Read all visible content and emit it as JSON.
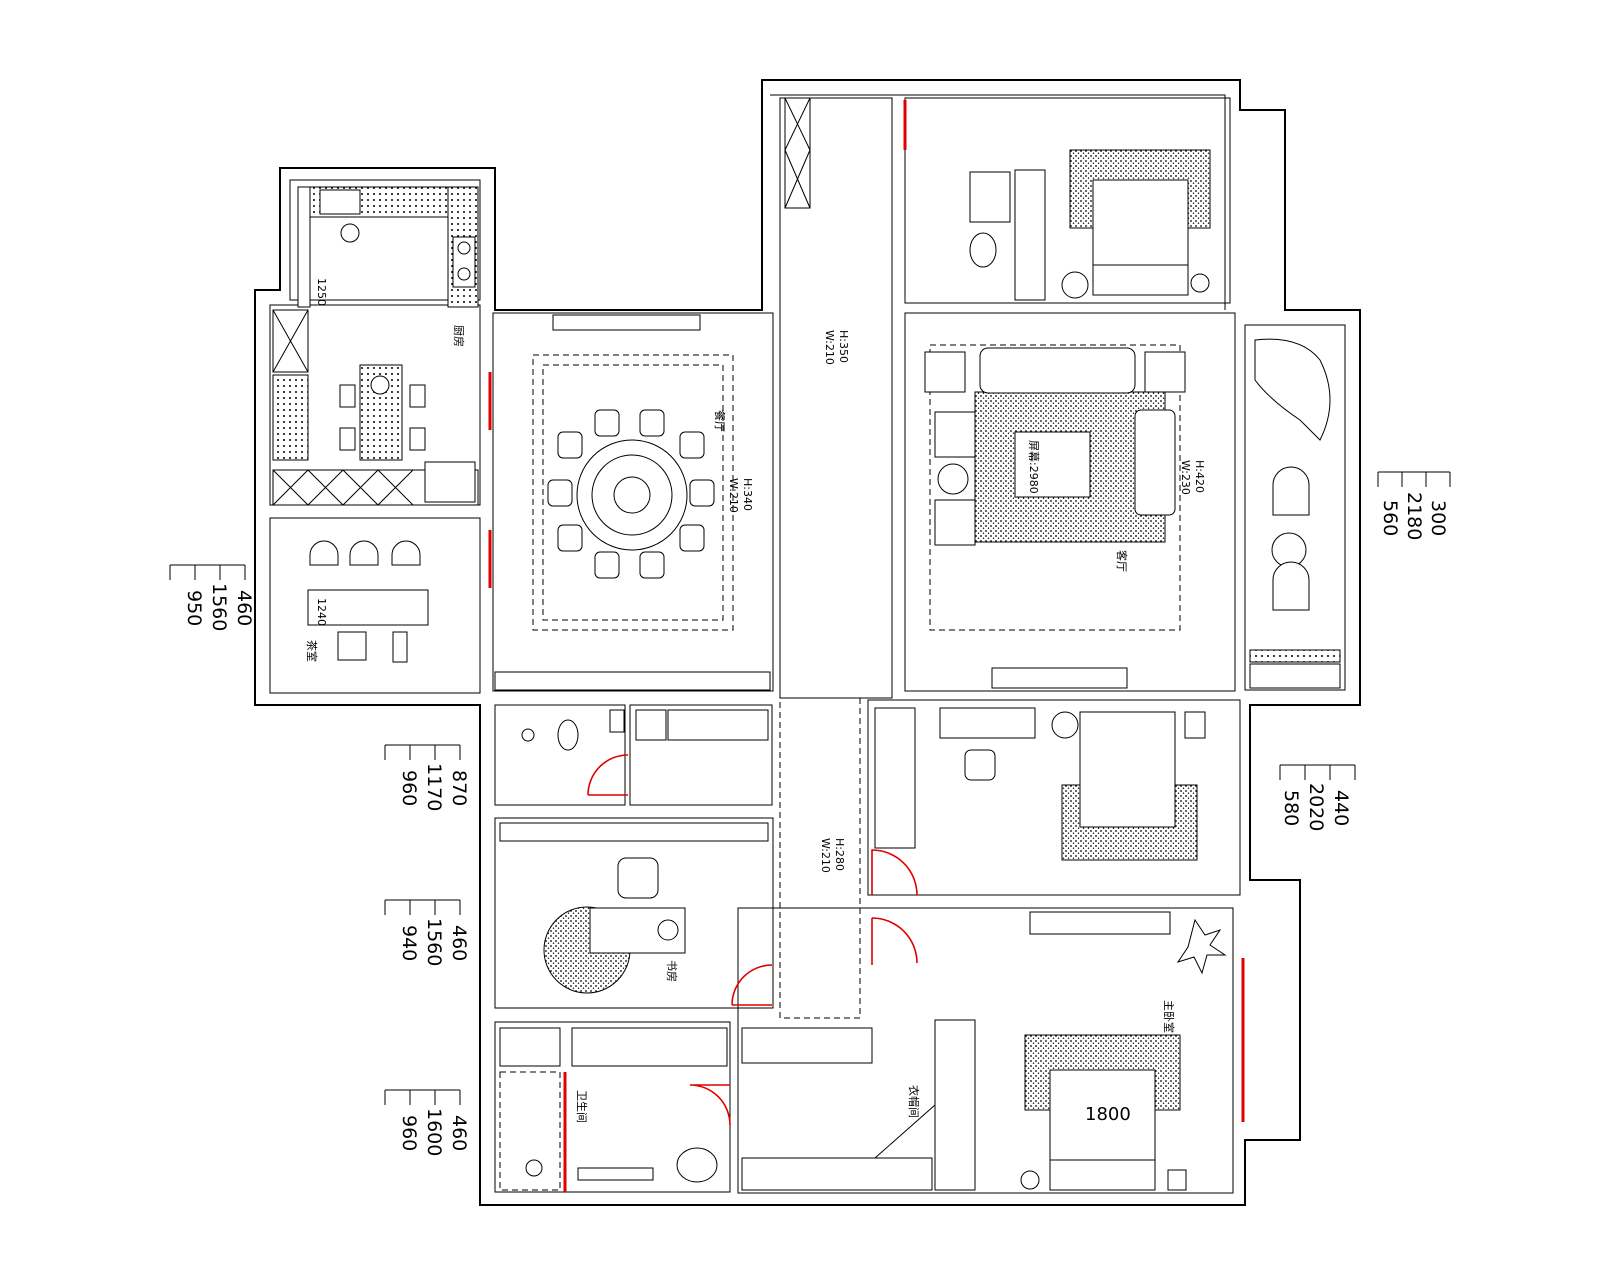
{
  "rooms": {
    "kitchen_label": "厨房",
    "dining_label": "餐厅",
    "living_label": "客厅",
    "tea_label": "茶室",
    "study_label": "书房",
    "master_label": "主卧室",
    "closet_label": "衣帽间",
    "bath_label": "卫生间"
  },
  "fixtures": {
    "kitchen_width": "1250",
    "tea_table": "1240",
    "tv_label": "屏幕:2980",
    "bed_width": "1800"
  },
  "openings": {
    "corridor_top": {
      "h": "H:350",
      "w": "W:210"
    },
    "dining": {
      "h": "H:340",
      "w": "W:210"
    },
    "living": {
      "h": "H:420",
      "w": "W:230"
    },
    "corridor_mid": {
      "h": "H:280",
      "w": "W:210"
    }
  },
  "window_dims": {
    "living_right": [
      "300",
      "2180",
      "560"
    ],
    "tea_left": [
      "460",
      "1560",
      "950"
    ],
    "bath_left": [
      "870",
      "1170",
      "960"
    ],
    "bedroom_right": [
      "440",
      "2020",
      "580"
    ],
    "study_left": [
      "460",
      "1560",
      "940"
    ],
    "bath2_left": [
      "460",
      "1600",
      "960"
    ]
  }
}
